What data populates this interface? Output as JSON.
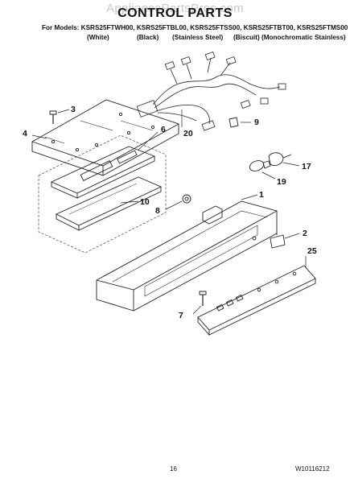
{
  "header": {
    "watermark": "AppliancePartsPros.com",
    "title": "CONTROL PARTS",
    "models": "For Models: KSRS25FTWH00, KSRS25FTBL00, KSRS25FTSS00, KSRS25FTBT00, KSRS25FTMS00",
    "colors": [
      "(White)",
      "(Black)",
      "(Stainless Steel)",
      "(Biscuit)",
      "(Monochromatic Stainless)"
    ]
  },
  "callouts": [
    "3",
    "4",
    "6",
    "20",
    "9",
    "17",
    "19",
    "10",
    "1",
    "8",
    "2",
    "25",
    "7"
  ],
  "footer": {
    "page": "16",
    "doc_code": "W10116212"
  }
}
